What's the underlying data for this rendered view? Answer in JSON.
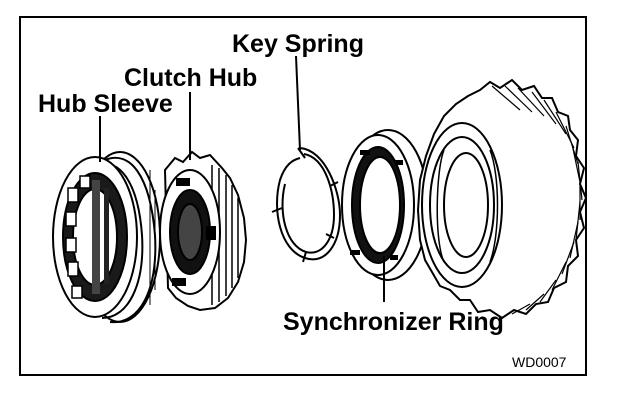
{
  "labels": {
    "key_spring": "Key Spring",
    "clutch_hub": "Clutch Hub",
    "hub_sleeve": "Hub Sleeve",
    "synchronizer_ring": "Synchronizer Ring"
  },
  "figure_code": "WD0007"
}
